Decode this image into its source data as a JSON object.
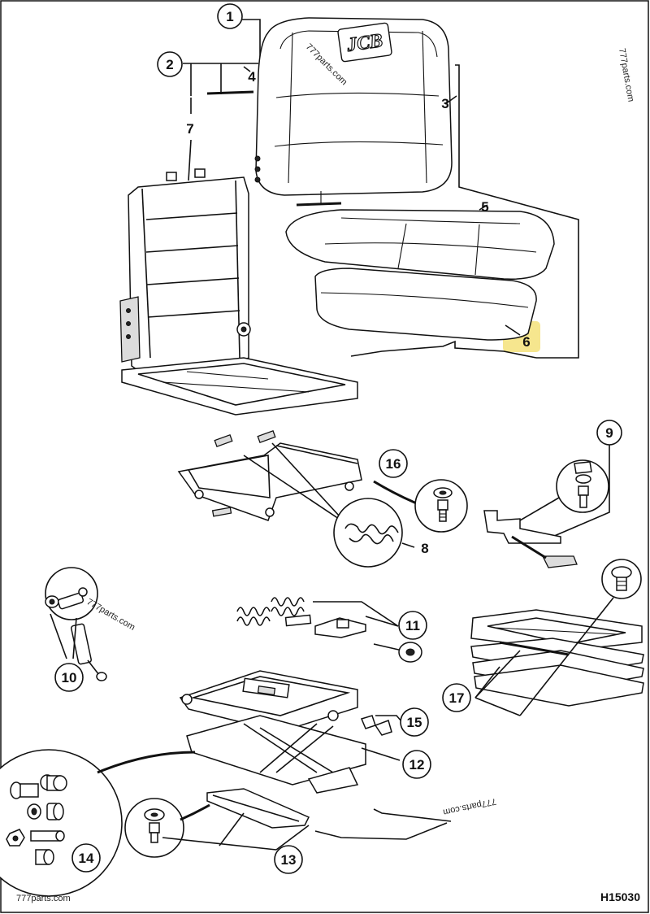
{
  "callouts": {
    "c1": "1",
    "c2": "2",
    "c3": "3",
    "c4": "4",
    "c5": "5",
    "c6": "6",
    "c7": "7",
    "c8": "8",
    "c9": "9",
    "c10": "10",
    "c11": "11",
    "c12": "12",
    "c13": "13",
    "c14": "14",
    "c15": "15",
    "c16": "16",
    "c17": "17"
  },
  "watermarks": {
    "w1": "777parts.com",
    "w2": "777parts.com",
    "w3": "777parts.com",
    "w4": "777parts.com",
    "w5": "777parts.com"
  },
  "logo_text": "JCB",
  "drawing_ref": "H15030",
  "colors": {
    "highlight": "#f5e27a",
    "ink": "#111111"
  }
}
